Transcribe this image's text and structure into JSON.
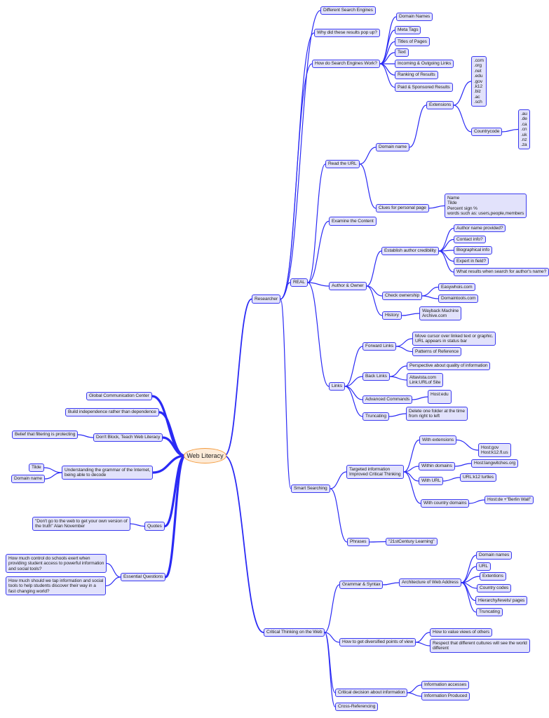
{
  "colors": {
    "link": "#2a2af5",
    "node_fill": "#e2e2fb",
    "node_border": "#3a3af0",
    "root_fill": "#fdebd8",
    "root_border": "#f39a3c"
  },
  "nodes": {
    "root": {
      "label": "Web Literacy"
    },
    "researcher": {
      "label": "Researcher"
    },
    "diff_engines": {
      "label": "Different Search Engines"
    },
    "why_pop": {
      "label": "Why did these results pop up?"
    },
    "how_work": {
      "label": "How do Search Engines Work?"
    },
    "domain_names": {
      "label": "Domain Names"
    },
    "meta_tags": {
      "label": "Meta Tags"
    },
    "titles": {
      "label": "Titles of Pages"
    },
    "text": {
      "label": "Text"
    },
    "links_io": {
      "label": "Incoming & Outgoing Links"
    },
    "ranking": {
      "label": "Ranking of Results"
    },
    "paid": {
      "label": "Paid & Sponsored Results"
    },
    "real": {
      "label": "REAL"
    },
    "read_url": {
      "label": "Read the URL"
    },
    "domain_name": {
      "label": "Domain name"
    },
    "extensions": {
      "label": "Extensions"
    },
    "ext_list": {
      "label": ".com\n.org\n.net\n.edu\n.gov\n.k12\n.biz\n.ac\n.sch"
    },
    "countrycode": {
      "label": "Countrycode"
    },
    "cc_list": {
      "label": ".au\n.de\n.ca\n.cn\n.uk\n.nz\n.za"
    },
    "clues": {
      "label": "Clues for personal page"
    },
    "clues_list": {
      "label": "Name\nTilde\nPercent sign %\nwords such as: users,people,members"
    },
    "examine": {
      "label": "Examine the Content"
    },
    "author_owner": {
      "label": "Author & Owner"
    },
    "establish": {
      "label": "Establish author credibility"
    },
    "author_name": {
      "label": "Author name provided?"
    },
    "contact": {
      "label": "Contact info?"
    },
    "bio": {
      "label": "Biographical info"
    },
    "expert": {
      "label": "Expert in field?"
    },
    "what_results": {
      "label": "What results when search for author's name?"
    },
    "check_owner": {
      "label": "Check ownership"
    },
    "easywhois": {
      "label": "Easywhois.com"
    },
    "domaintools": {
      "label": "Domaintools.com"
    },
    "history": {
      "label": "History"
    },
    "wayback": {
      "label": "Wayback Machine\nArchive.com"
    },
    "links": {
      "label": "Links"
    },
    "forward": {
      "label": "Forward Links"
    },
    "move_cursor": {
      "label": "Move cursor over linked text or graphic.\nURL appears in status bar"
    },
    "patterns": {
      "label": "Patterns of Reference"
    },
    "back": {
      "label": "Back Links"
    },
    "perspective": {
      "label": "Perspective about quality of information"
    },
    "altavista": {
      "label": "Altavista.com\nLink:URLof Site"
    },
    "advanced": {
      "label": "Advanced Commands"
    },
    "host_edu": {
      "label": "Host:edu"
    },
    "truncating": {
      "label": "Truncating"
    },
    "delete_folder": {
      "label": "Delete one folder at the time\nfrom right to left"
    },
    "smart": {
      "label": "Smart Searching"
    },
    "targeted": {
      "label": "Targeted information\nImproved Critical Thinking"
    },
    "with_ext": {
      "label": "With extensions"
    },
    "host_gov": {
      "label": "Host:gov\nHost:k12.fl.us"
    },
    "within_dom": {
      "label": "Within domains"
    },
    "host_lang": {
      "label": "Host:langwitches.org"
    },
    "with_url": {
      "label": "With URL"
    },
    "url_k12": {
      "label": "URL:k12 turtles"
    },
    "with_country": {
      "label": "With country domains"
    },
    "host_de": {
      "label": "Host:de +\"Berlin Wall\""
    },
    "phrases": {
      "label": "Phrases"
    },
    "21st": {
      "label": "\"21stCentury Learning\""
    },
    "critical": {
      "label": "Critical Thinking on the Web"
    },
    "grammar": {
      "label": "Grammar & Syntax"
    },
    "architecture": {
      "label": "Architecture of Web Address"
    },
    "a_domain": {
      "label": "Domain names"
    },
    "a_url": {
      "label": "URL"
    },
    "a_ext": {
      "label": "Extentions"
    },
    "a_cc": {
      "label": "Country codes"
    },
    "a_hier": {
      "label": "Hierarchy/levels/ pages"
    },
    "a_trunc": {
      "label": "Truncating"
    },
    "diversified": {
      "label": "How to get diversified points of view"
    },
    "value_views": {
      "label": "How to value views of others"
    },
    "respect": {
      "label": "Respect that different cultures will see the world\ndifferent"
    },
    "decision": {
      "label": "Critical decision about information"
    },
    "info_access": {
      "label": "Information accesses"
    },
    "info_prod": {
      "label": "Information Produced"
    },
    "crossref": {
      "label": "Cross-Referencing"
    },
    "global": {
      "label": "Global Communication Center"
    },
    "build": {
      "label": "Build independence rather than dependence"
    },
    "dont_block": {
      "label": "Don't Block, Teach Web Literacy"
    },
    "belief": {
      "label": "Belief that filtering is protecting"
    },
    "understanding": {
      "label": "Understanding the grammar of the Internet,\nbeing able to decode"
    },
    "tilde": {
      "label": "Tilde"
    },
    "l_domain": {
      "label": "Domain name"
    },
    "quotes": {
      "label": "Quotes"
    },
    "quote_text": {
      "label": "\"Don't go to the web to get your own version of\nthe truth\" Alan November"
    },
    "essential": {
      "label": "Essential Questions"
    },
    "q1": {
      "label": "How much control do schools exert when\nproviding student access to powerful information\nand social tools?"
    },
    "q2": {
      "label": "How much should we tap information and social\ntools to help students discover their way in a\nfast changing world?"
    }
  }
}
